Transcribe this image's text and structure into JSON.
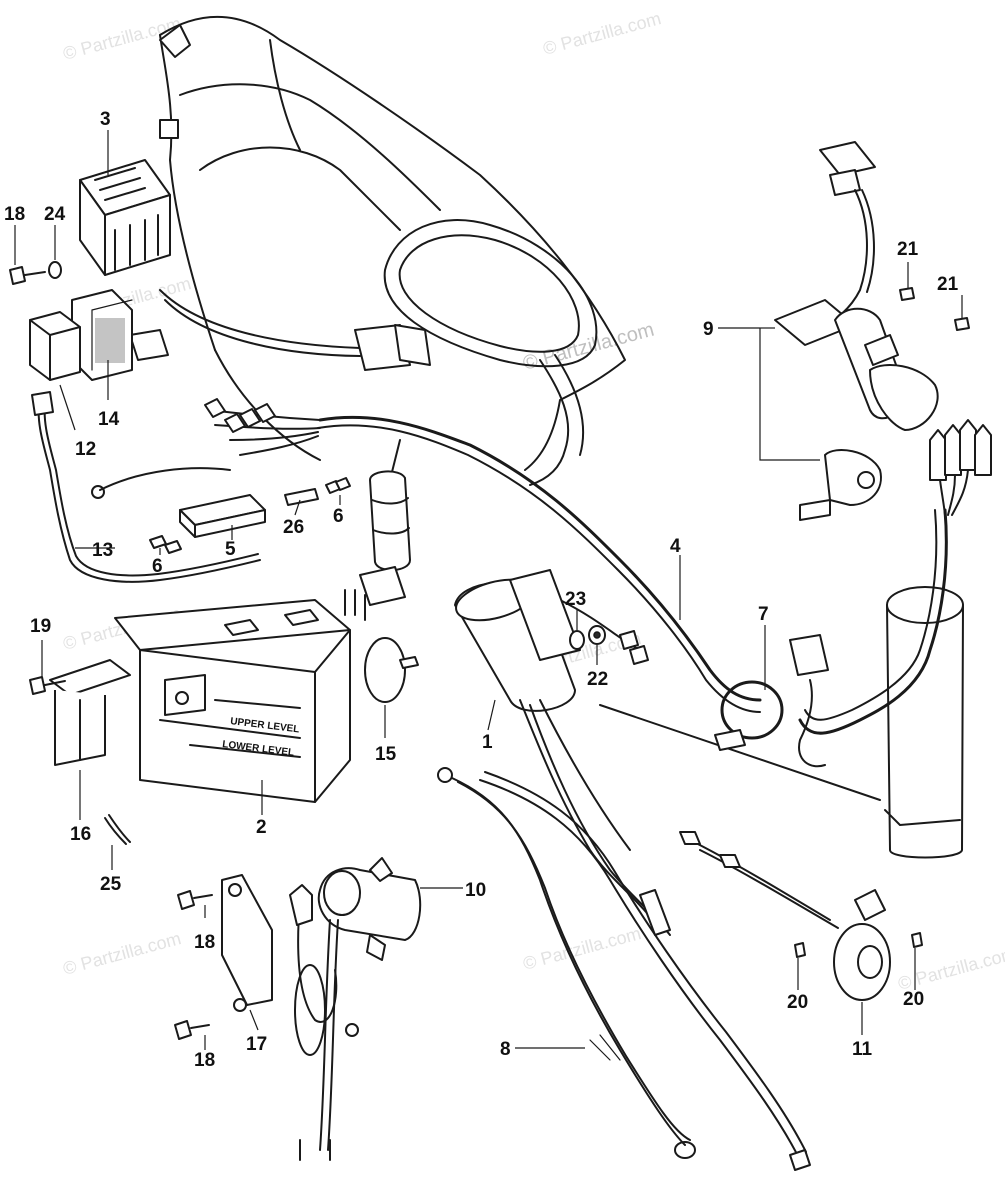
{
  "watermark": {
    "main": "© Partzilla.com",
    "tiles": [
      "© Partzilla.com",
      "© Partzilla.com",
      "© Partzilla.com",
      "© Partzilla.com",
      "© Partzilla.com",
      "© Partzilla.com",
      "© Partzilla.com",
      "© Partzilla.com"
    ]
  },
  "battery": {
    "upper_level": "UPPER LEVEL",
    "lower_level": "LOWER LEVEL"
  },
  "callouts": [
    {
      "label": "1"
    },
    {
      "label": "2"
    },
    {
      "label": "3"
    },
    {
      "label": "4"
    },
    {
      "label": "5"
    },
    {
      "label": "6"
    },
    {
      "label": "6"
    },
    {
      "label": "7"
    },
    {
      "label": "8"
    },
    {
      "label": "9"
    },
    {
      "label": "10"
    },
    {
      "label": "11"
    },
    {
      "label": "12"
    },
    {
      "label": "13"
    },
    {
      "label": "14"
    },
    {
      "label": "15"
    },
    {
      "label": "16"
    },
    {
      "label": "17"
    },
    {
      "label": "18"
    },
    {
      "label": "18"
    },
    {
      "label": "18"
    },
    {
      "label": "19"
    },
    {
      "label": "20"
    },
    {
      "label": "20"
    },
    {
      "label": "21"
    },
    {
      "label": "21"
    },
    {
      "label": "22"
    },
    {
      "label": "23"
    },
    {
      "label": "24"
    },
    {
      "label": "25"
    },
    {
      "label": "26"
    }
  ]
}
